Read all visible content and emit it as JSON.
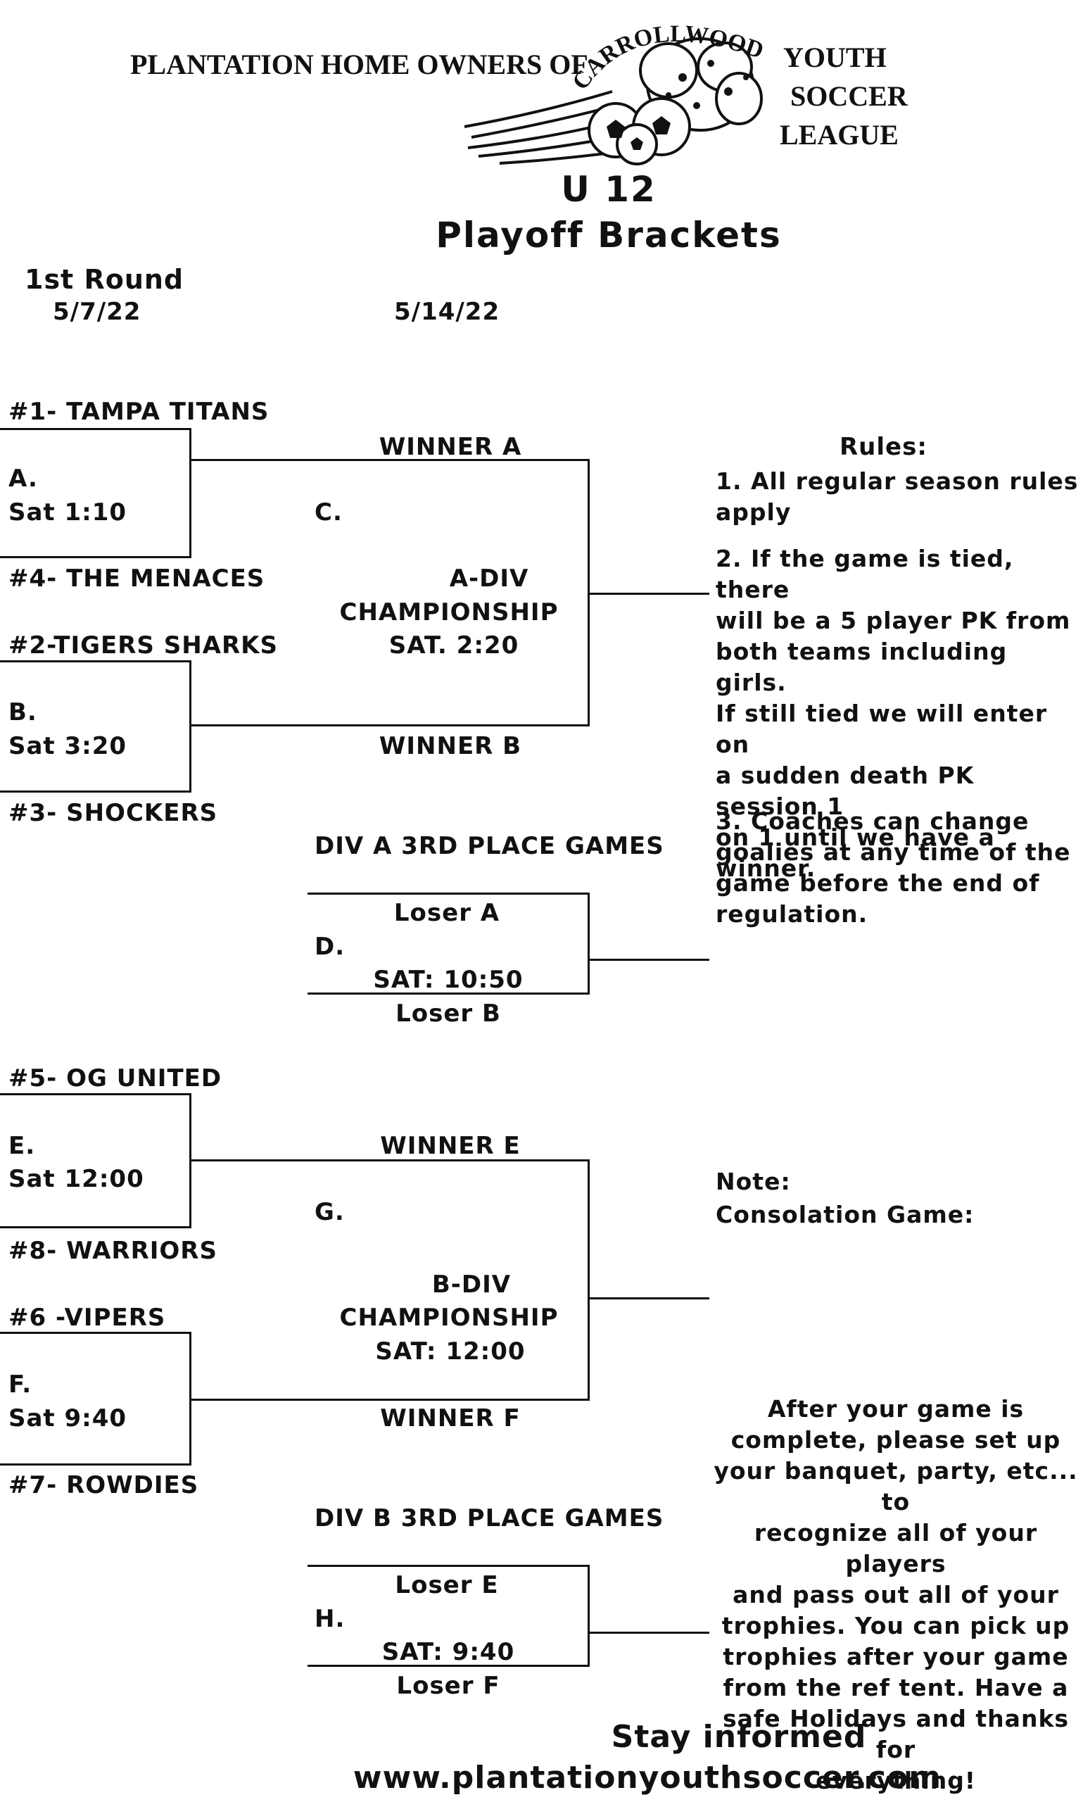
{
  "header": {
    "org_left": "PLANTATION HOME OWNERS OF",
    "logo_arc": "CARROLLWOOD",
    "org_right_1": "YOUTH",
    "org_right_2": "SOCCER",
    "org_right_3": "LEAGUE",
    "age_group": "U 12",
    "title": "Playoff Brackets"
  },
  "round_labels": {
    "first_round": "1st Round",
    "date_1": "5/7/22",
    "date_2": "5/14/22"
  },
  "div_a": {
    "team_1": "#1- TAMPA TITANS",
    "game_a_label": "A.",
    "game_a_time": "Sat 1:10",
    "team_4": "#4- THE MENACES",
    "team_2": "#2-TIGERS SHARKS",
    "game_b_label": "B.",
    "game_b_time": "Sat 3:20",
    "team_3": "#3- SHOCKERS",
    "winner_a": "WINNER A",
    "winner_b": "WINNER B",
    "game_c_label": "C.",
    "champ_line_1": "A-DIV",
    "champ_line_2": "CHAMPIONSHIP",
    "champ_line_3": "SAT. 2:20",
    "third_place_title": "DIV A 3RD PLACE GAMES",
    "loser_a": "Loser A",
    "game_d_label": "D.",
    "game_d_time": "SAT: 10:50",
    "loser_b": "Loser B"
  },
  "div_b": {
    "team_5": "#5- OG UNITED",
    "game_e_label": "E.",
    "game_e_time": "Sat 12:00",
    "team_8": "#8- WARRIORS",
    "team_6": "#6 -VIPERS",
    "game_f_label": "F.",
    "game_f_time": "Sat 9:40",
    "team_7": "#7- ROWDIES",
    "winner_e": "WINNER E",
    "winner_f": "WINNER F",
    "game_g_label": "G.",
    "champ_line_1": "B-DIV",
    "champ_line_2": "CHAMPIONSHIP",
    "champ_line_3": "SAT: 12:00",
    "third_place_title": "DIV B 3RD PLACE GAMES",
    "loser_e": "Loser E",
    "game_h_label": "H.",
    "game_h_time": "SAT: 9:40",
    "loser_f": "Loser F"
  },
  "rules": {
    "heading": "Rules:",
    "rule_1_line_1": "1. All regular season rules",
    "rule_1_line_2": "apply",
    "rule_2_lines": [
      "2. If the game is tied, there",
      "will be a 5 player PK from",
      "both teams including girls.",
      "If still tied we will enter on",
      "a sudden death PK session 1",
      "on 1 until we have a winner."
    ],
    "rule_3_lines": [
      "3. Coaches can change",
      "goalies at any time of the",
      "game before the end of",
      "regulation."
    ]
  },
  "note": {
    "label": "Note:",
    "consolation": "Consolation Game:"
  },
  "closing_message_lines": [
    "After your game is",
    "complete, please set up",
    "your banquet, party, etc... to",
    "recognize all of your players",
    "and pass out all of your",
    "trophies. You can pick up",
    "trophies after your game",
    "from the ref tent.   Have a",
    "safe Holidays and thanks for",
    "everything!"
  ],
  "footer": {
    "stay_informed": "Stay informed",
    "website": "www.plantationyouthsoccer.com"
  }
}
